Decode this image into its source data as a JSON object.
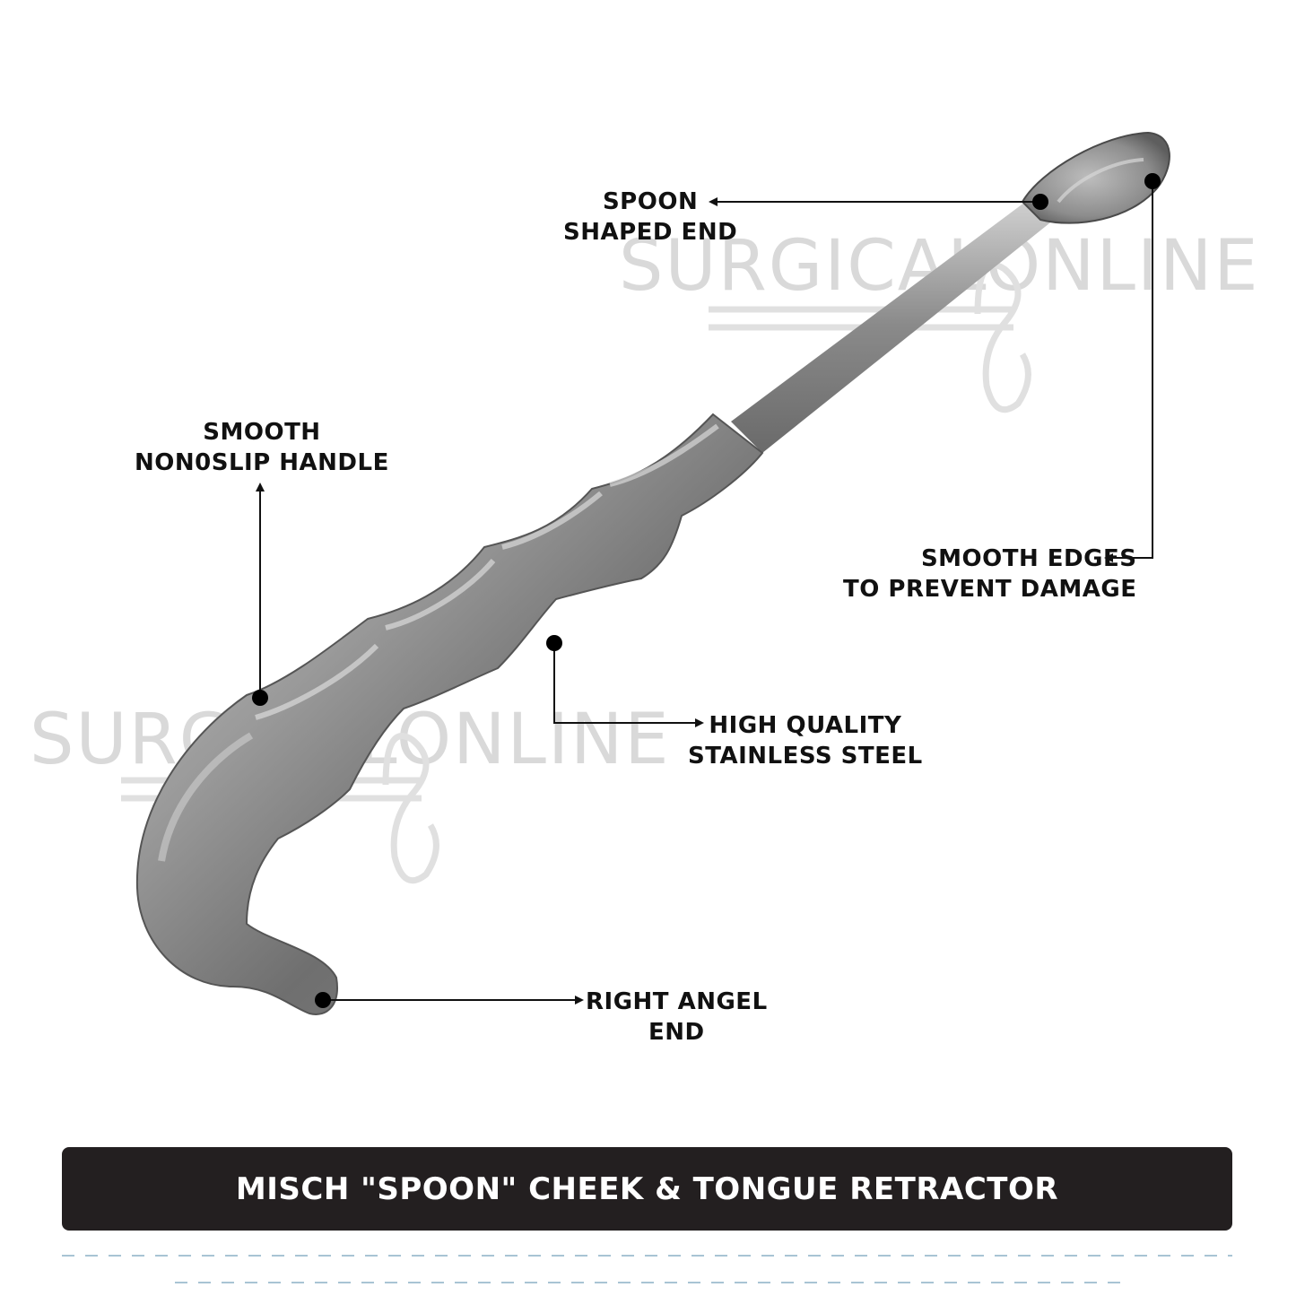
{
  "watermark": {
    "brand": "SURGICALONLINE"
  },
  "product": {
    "title": "MISCH \"SPOON\" CHEEK & TONGUE RETRACTOR"
  },
  "callouts": {
    "spoon_end": [
      "SPOON",
      "SHAPED END"
    ],
    "handle": [
      "SMOOTH",
      "NON0SLIP HANDLE"
    ],
    "edges": [
      "SMOOTH EDGES",
      "TO PREVENT DAMAGE"
    ],
    "steel": [
      "HIGH QUALITY",
      "STAINLESS STEEL"
    ],
    "angle_end": [
      "RIGHT ANGEL",
      "END"
    ]
  },
  "colors": {
    "banner_bg": "#231f20",
    "banner_text": "#ffffff",
    "callout_text": "#111111",
    "watermark": "#d9d9d9",
    "divider": "#a8c4d4"
  }
}
